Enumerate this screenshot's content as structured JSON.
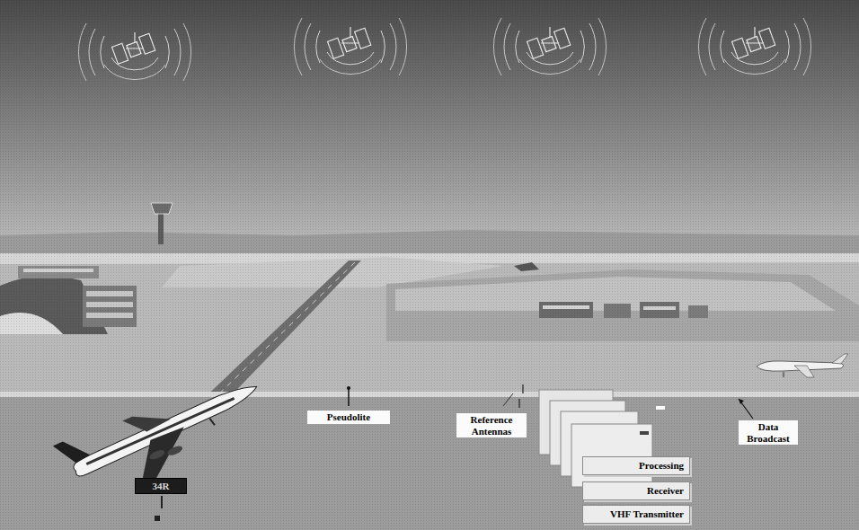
{
  "diagram": {
    "nodes": [
      {
        "text": [
          "Processing"
        ]
      },
      {
        "text": [
          "Receiver"
        ]
      },
      {
        "text": [
          "VHF Transmitter"
        ]
      },
      {
        "text": [
          "34R"
        ]
      }
    ],
    "labels": [
      "Pseudolite",
      "Reference Antennas",
      "Data Broadcast"
    ]
  }
}
